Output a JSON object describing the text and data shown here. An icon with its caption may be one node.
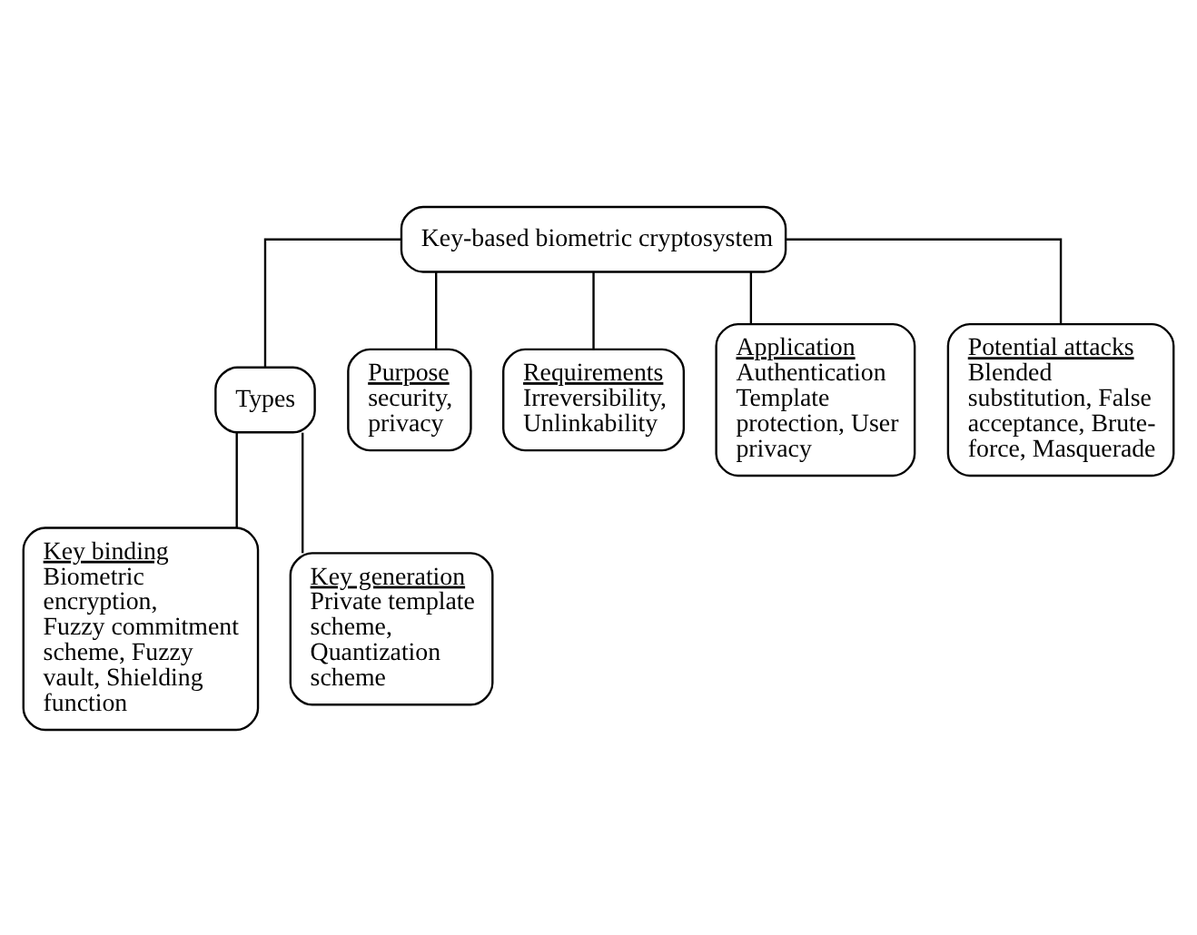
{
  "diagram": {
    "nodes": [
      {
        "text": [
          "Key-based biometric cryptosystem"
        ]
      },
      {
        "text": [
          "Types"
        ]
      },
      {
        "text": [
          "Purpose",
          "security, privacy"
        ]
      },
      {
        "text": [
          "Requirements",
          "Irreversibility, Unlinkability"
        ]
      },
      {
        "text": [
          "Application",
          "Authentication Template protection, User privacy"
        ]
      },
      {
        "text": [
          "Potential attacks",
          "Blended substitution, False acceptance, Brute-force, Masquerade"
        ]
      },
      {
        "text": [
          "Key binding",
          "Biometric encryption, Fuzzy commitment scheme, Fuzzy vault, Shielding function"
        ]
      },
      {
        "text": [
          "Key generation",
          "Private template scheme, Quantization scheme"
        ]
      }
    ],
    "edges": [
      {
        "from": 0,
        "to": 1,
        "arrow": "none"
      },
      {
        "from": 0,
        "to": 2,
        "arrow": "none"
      },
      {
        "from": 0,
        "to": 3,
        "arrow": "none"
      },
      {
        "from": 0,
        "to": 4,
        "arrow": "none"
      },
      {
        "from": 0,
        "to": 5,
        "arrow": "none"
      },
      {
        "from": 1,
        "to": 6,
        "arrow": "none"
      },
      {
        "from": 1,
        "to": 7,
        "arrow": "none"
      }
    ]
  }
}
